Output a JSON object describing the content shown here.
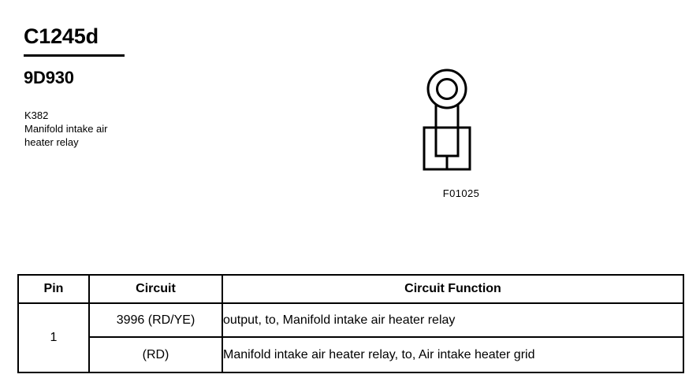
{
  "header": {
    "connector_id": "C1245d",
    "part_number": "9D930",
    "component_code": "K382",
    "description_line1": "Manifold intake air",
    "description_line2": "heater relay"
  },
  "figure": {
    "code": "F01025",
    "type": "ring-terminal",
    "icon_name": "ring-terminal-icon"
  },
  "table": {
    "headers": {
      "pin": "Pin",
      "circuit": "Circuit",
      "function": "Circuit Function"
    },
    "rows": [
      {
        "pin": "1",
        "circuit": "3996 (RD/YE)",
        "function": "output, to, Manifold intake air heater relay"
      },
      {
        "pin": "",
        "circuit": "(RD)",
        "function": "Manifold intake air heater relay, to, Air intake heater grid"
      }
    ]
  },
  "colors": {
    "ink": "#000000",
    "paper": "#ffffff"
  }
}
